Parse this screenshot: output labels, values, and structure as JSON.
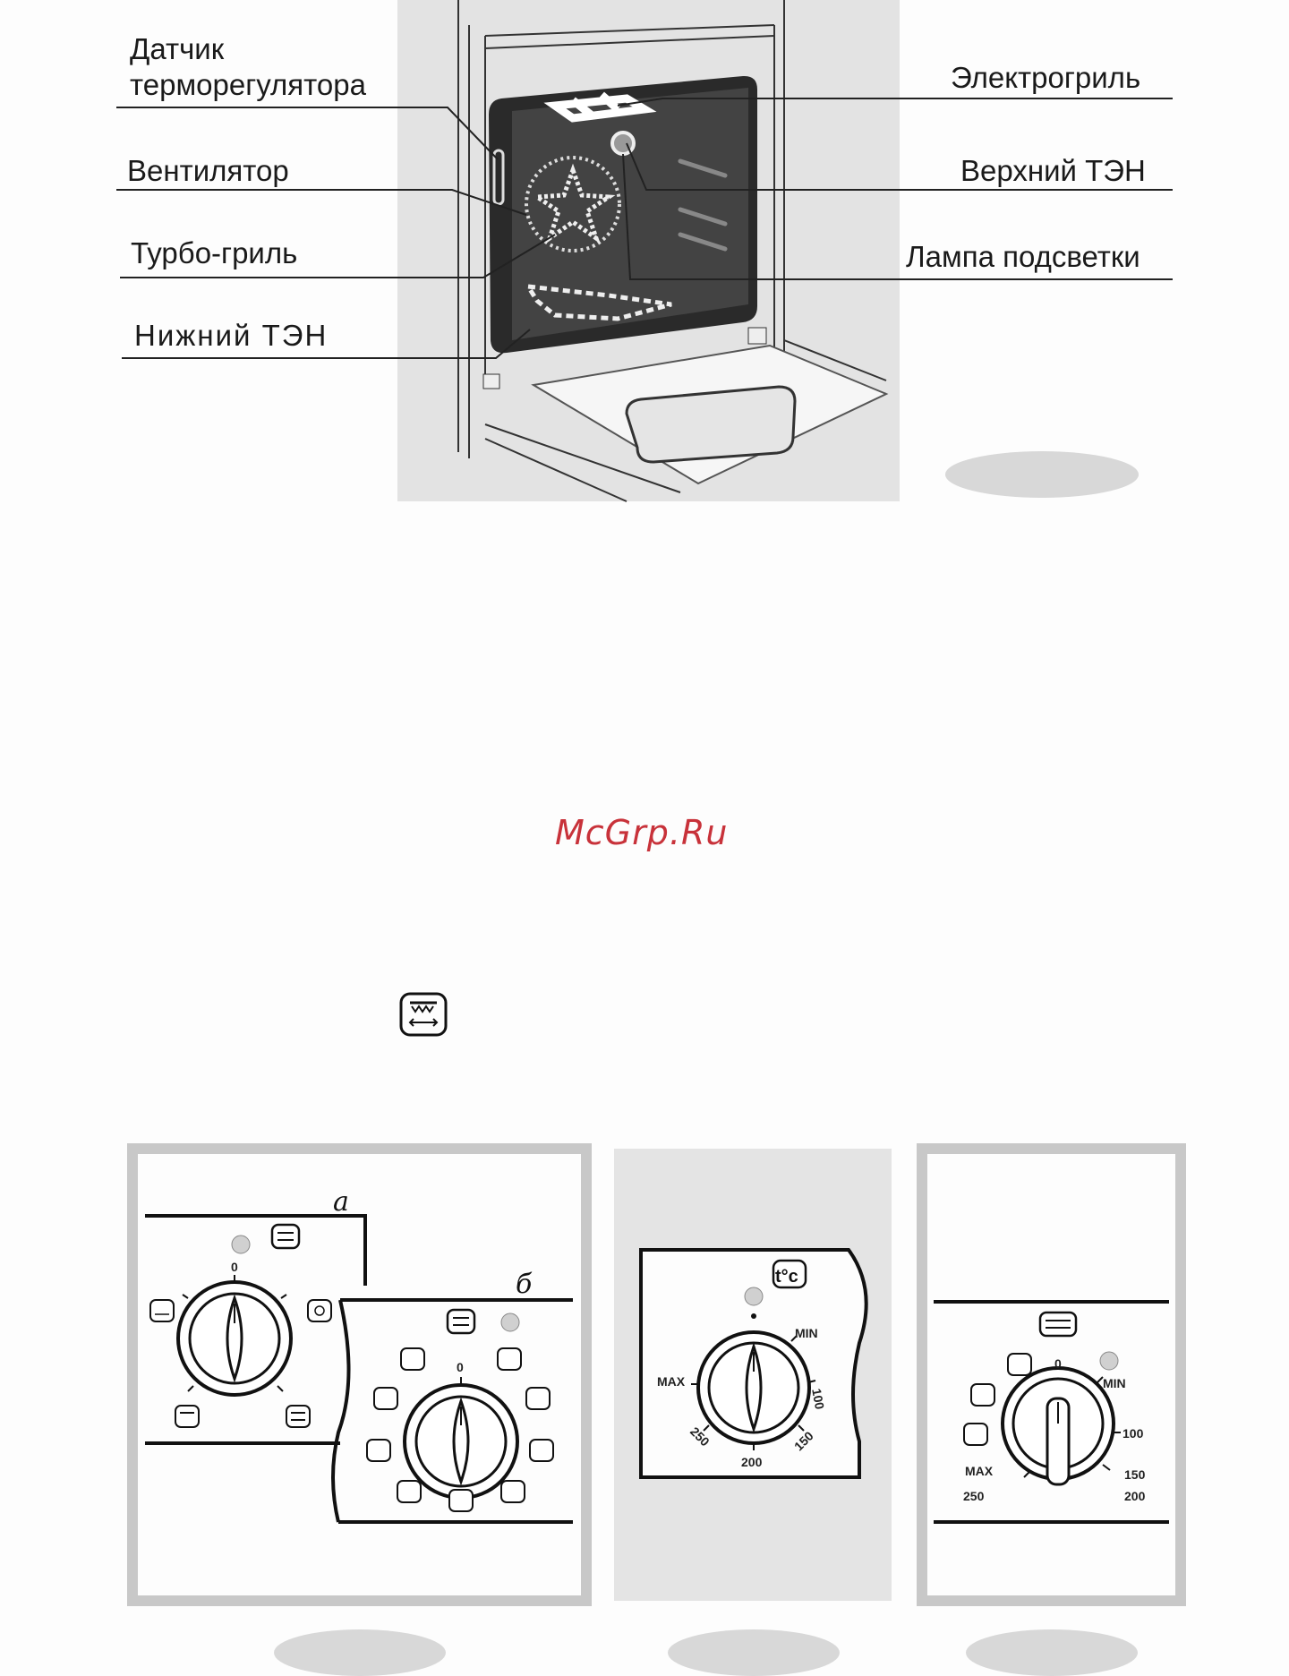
{
  "oven_labels": {
    "thermo_sensor_line1": "Датчик",
    "thermo_sensor_line2": "терморегулятора",
    "fan": "Вентилятор",
    "turbo_grill": "Турбо-гриль",
    "lower_heater": "Нижний ТЭН",
    "electric_grill": "Электрогриль",
    "upper_heater": "Верхний ТЭН",
    "lamp": "Лампа подсветки"
  },
  "watermark": "McGrp.Ru",
  "panel_a": {
    "label_a": "а",
    "label_b": "б",
    "dial_a_zero": "0",
    "dial_b_zero": "0"
  },
  "panel_thermostat": {
    "symbol": "t°c",
    "min": "MIN",
    "max": "MAX",
    "t100": "100",
    "t150": "150",
    "t200": "200",
    "t250": "250"
  },
  "panel_combined": {
    "zero": "0",
    "min": "MIN",
    "max": "MAX",
    "t100": "100",
    "t150": "150",
    "t200": "200",
    "t250": "250"
  },
  "colors": {
    "panel_gray": "#e4e4e4",
    "frame_gray": "#c8c8c8",
    "watermark_red": "#c8323a"
  }
}
